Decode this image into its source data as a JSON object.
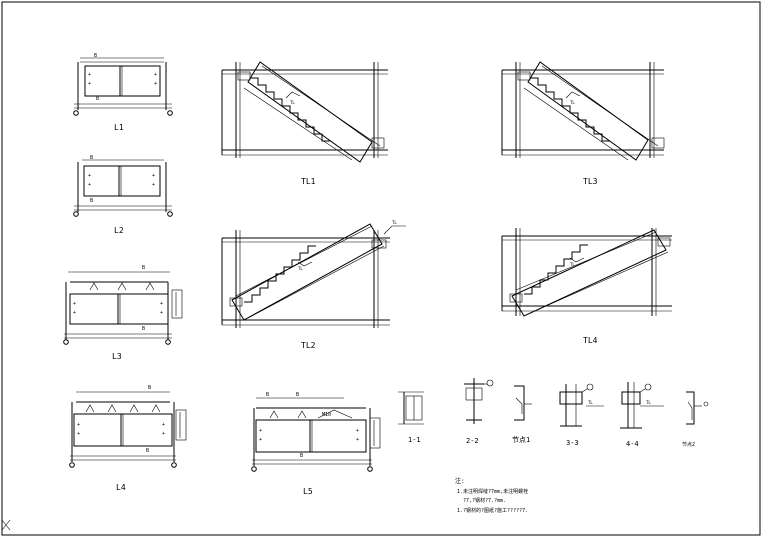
{
  "labels": {
    "L1": "L1",
    "L2": "L2",
    "L3": "L3",
    "L4": "L4",
    "L5": "L5",
    "TL1": "TL1",
    "TL2": "TL2",
    "TL3": "TL3",
    "TL4": "TL4",
    "sec11": "1-1",
    "sec22": "2-2",
    "node1": "节点1",
    "sec33": "3-3",
    "sec44": "4-4",
    "node2": "节点2"
  },
  "notes": {
    "title": "注:",
    "line1": "1.未注明焊缝?7mm,未注明螺栓",
    "line2": "?7,?钢材?7.?mm.",
    "line3": "1.?钢材的?图纸?施工?????7."
  }
}
